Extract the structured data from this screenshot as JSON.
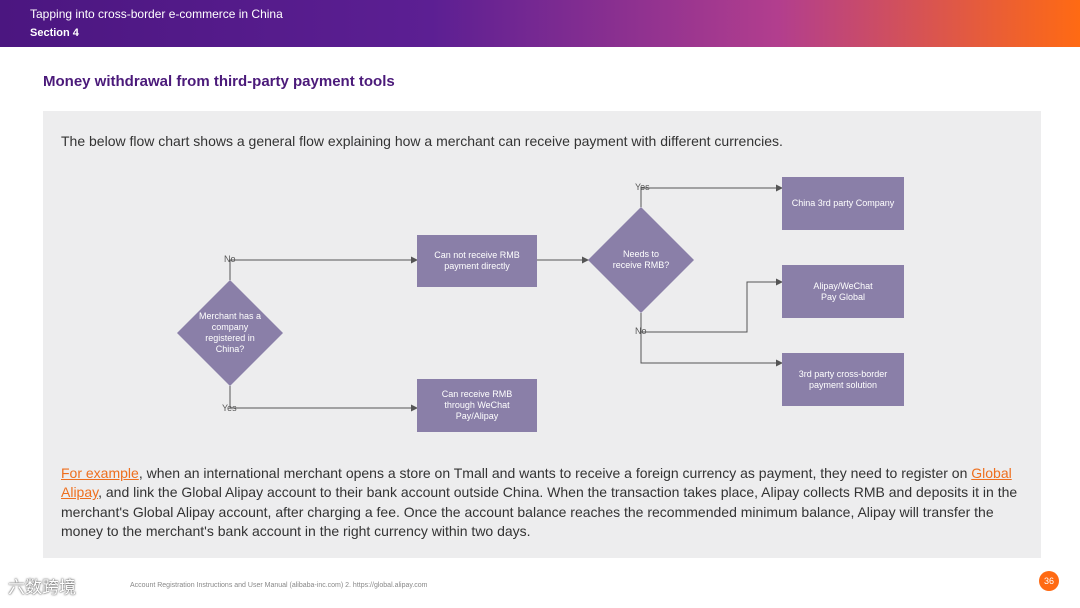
{
  "header": {
    "title": "Tapping into cross-border e-commerce in China",
    "section": "Section 4"
  },
  "page_title": "Money withdrawal from third-party payment tools",
  "intro": "The below flow chart shows a general flow explaining how a merchant can receive payment with different currencies.",
  "flow": {
    "decision_company": "Merchant has a company registered in China?",
    "box_cannot": "Can not receive RMB payment directly",
    "box_can": "Can receive RMB through WeChat Pay/Alipay",
    "decision_rmb": "Needs to receive RMB?",
    "box_china_company": "China 3rd party Company",
    "box_global": "Alipay/WeChat Pay Global",
    "box_crossborder": "3rd party cross-border payment solution",
    "label_no_1": "No",
    "label_yes_1": "Yes",
    "label_yes_2": "Yes",
    "label_no_2": "No"
  },
  "body": {
    "link_example": "For example",
    "text_1": ", when an international merchant opens a store on Tmall and wants to receive a foreign currency as payment, they need to register on ",
    "link_alipay": "Global Alipay",
    "text_2": ", and link the Global Alipay account to their bank account outside China. When the transaction takes place, Alipay collects RMB and deposits it in the merchant's Global Alipay account, after charging a fee. Once the account balance reaches the recommended minimum balance, Alipay will transfer the money to the merchant's bank account in the right currency within two days."
  },
  "footer": {
    "source": "Account Registration Instructions and User Manual (alibaba-inc.com)  2. https://global.alipay.com",
    "page_number": "36",
    "watermark": "六数跨境"
  },
  "colors": {
    "node": "#8a7fa8",
    "title": "#4b1a7a",
    "link": "#ee6f1e",
    "accent": "#ff6a13"
  }
}
